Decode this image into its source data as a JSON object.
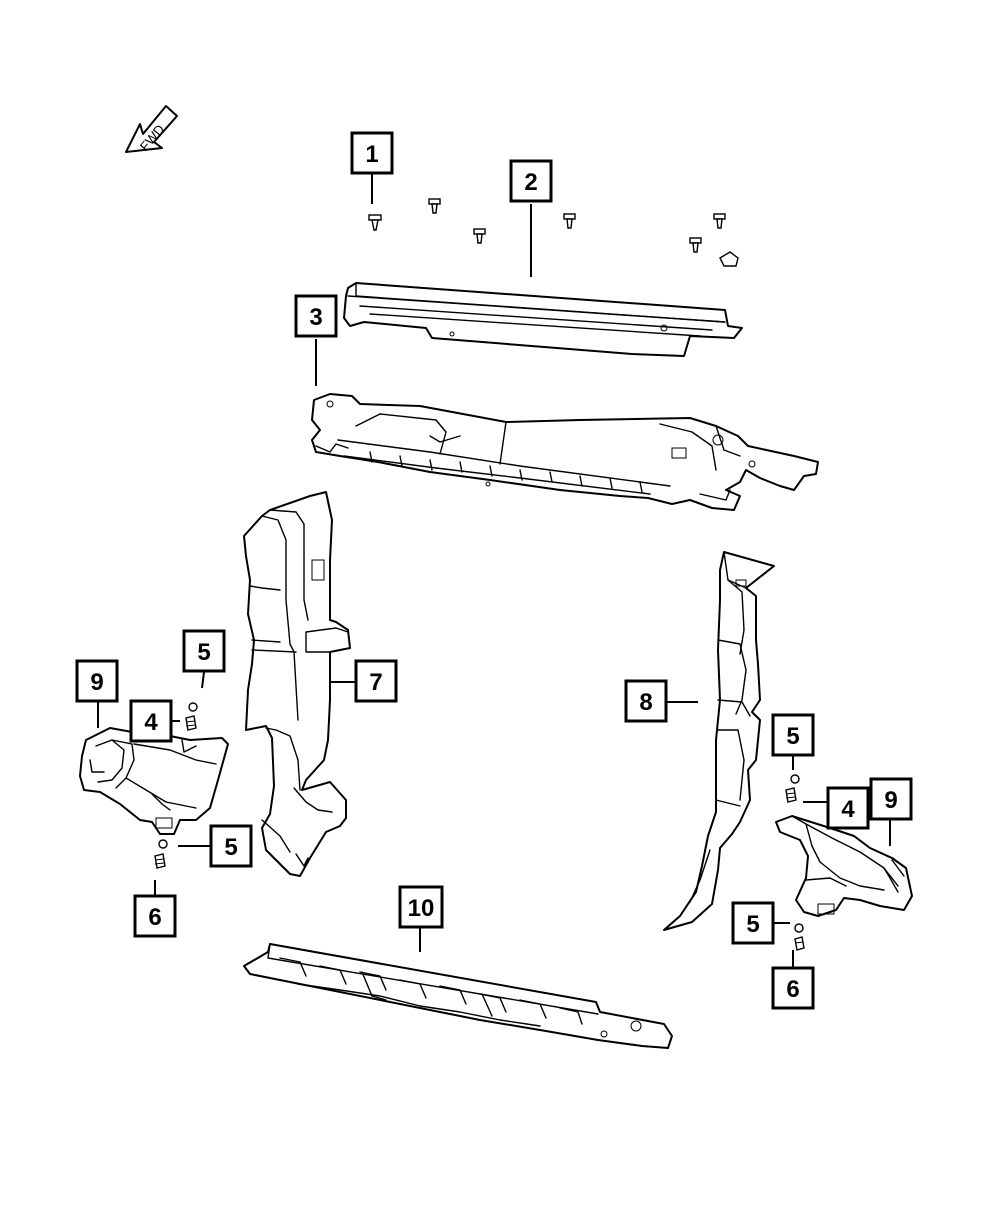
{
  "orientation": {
    "label": "FWD",
    "icon": "forward-arrow-icon"
  },
  "callouts": [
    {
      "id": "c1",
      "number": "1"
    },
    {
      "id": "c2",
      "number": "2"
    },
    {
      "id": "c3",
      "number": "3"
    },
    {
      "id": "c5a",
      "number": "5"
    },
    {
      "id": "c9a",
      "number": "9"
    },
    {
      "id": "c4a",
      "number": "4"
    },
    {
      "id": "c7",
      "number": "7"
    },
    {
      "id": "c5b",
      "number": "5"
    },
    {
      "id": "c6a",
      "number": "6"
    },
    {
      "id": "c8",
      "number": "8"
    },
    {
      "id": "c5c",
      "number": "5"
    },
    {
      "id": "c4b",
      "number": "4"
    },
    {
      "id": "c9b",
      "number": "9"
    },
    {
      "id": "c5d",
      "number": "5"
    },
    {
      "id": "c6b",
      "number": "6"
    },
    {
      "id": "c10",
      "number": "10"
    }
  ]
}
